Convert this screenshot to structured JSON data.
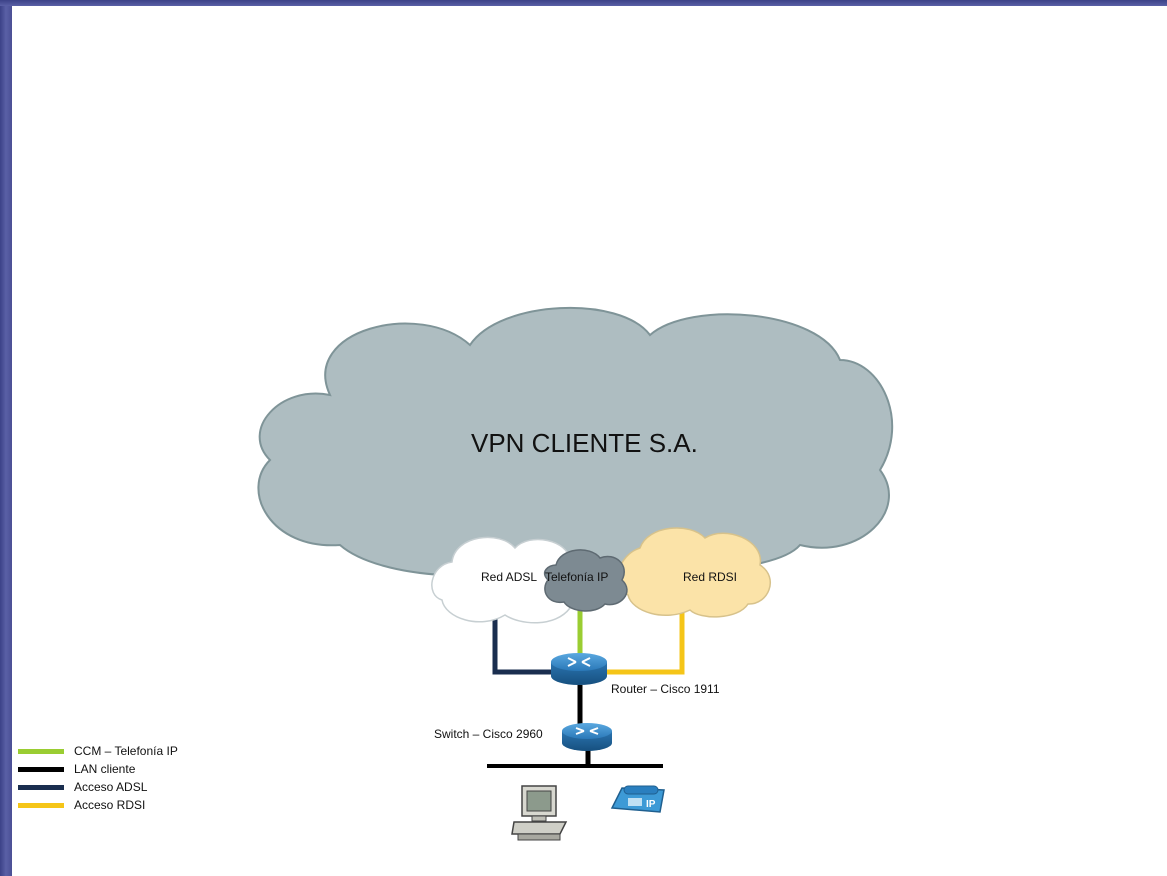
{
  "title": "VPN CLIENTE S.A.",
  "clouds": {
    "adsl": "Red ADSL",
    "telefonia": "Telefonía IP",
    "rdsi": "Red RDSI"
  },
  "devices": {
    "router": "Router – Cisco 1911",
    "switch": "Switch – Cisco 2960"
  },
  "legend": [
    {
      "label": "CCM – Telefonía IP",
      "color": "#9acd32"
    },
    {
      "label": "LAN cliente",
      "color": "#000000"
    },
    {
      "label": "Acceso ADSL",
      "color": "#1a2e4f"
    },
    {
      "label": "Acceso RDSI",
      "color": "#f5c518"
    }
  ],
  "colors": {
    "vpn_cloud": "#aebdc1",
    "adsl_cloud": "#ffffff",
    "telefonia_cloud": "#7d8a92",
    "rdsi_cloud": "#fbe3a8",
    "router": "#2f7fc0",
    "slide_border": "#4a4f95"
  }
}
